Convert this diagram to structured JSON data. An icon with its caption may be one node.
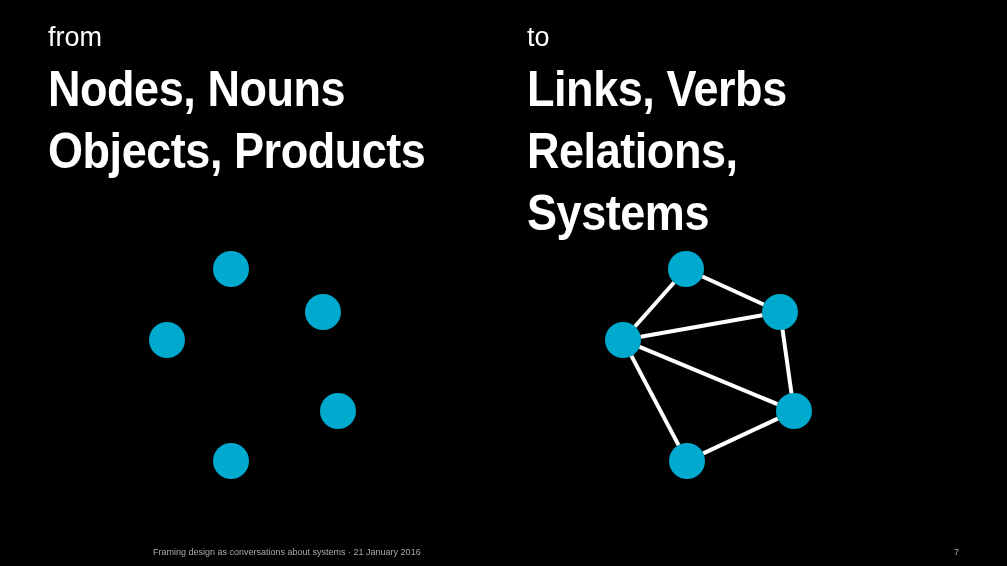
{
  "diagram": {
    "nodes": [
      {
        "text": [],
        "shape": "circle"
      },
      {
        "text": [],
        "shape": "circle"
      },
      {
        "text": [],
        "shape": "circle"
      },
      {
        "text": [],
        "shape": "circle"
      },
      {
        "text": [],
        "shape": "circle"
      },
      {
        "text": [],
        "shape": "circle"
      },
      {
        "text": [],
        "shape": "circle"
      },
      {
        "text": [],
        "shape": "circle"
      },
      {
        "text": [],
        "shape": "circle"
      },
      {
        "text": [],
        "shape": "circle"
      }
    ],
    "edges": [
      {
        "from": 5,
        "to": 6,
        "arrow": "none"
      },
      {
        "from": 5,
        "to": 7,
        "arrow": "none"
      },
      {
        "from": 7,
        "to": 6,
        "arrow": "none"
      },
      {
        "from": 6,
        "to": 8,
        "arrow": "none"
      },
      {
        "from": 7,
        "to": 8,
        "arrow": "none"
      },
      {
        "from": 7,
        "to": 9,
        "arrow": "none"
      },
      {
        "from": 9,
        "to": 8,
        "arrow": "none"
      }
    ],
    "labels": [
      "from",
      "Nodes, Nouns Objects, Products",
      "to",
      "Links, Verbs Relations, Systems",
      "Framing design as conversations about systems · 21 January 2016",
      "7"
    ]
  }
}
